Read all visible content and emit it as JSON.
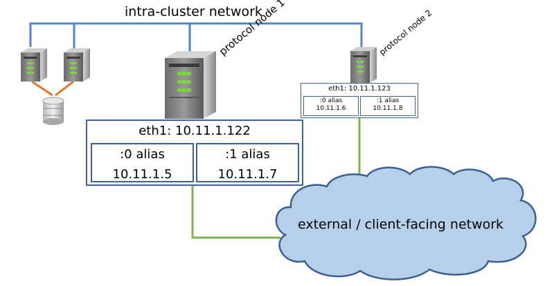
{
  "title": "intra-cluster network",
  "nodes": [
    {
      "label": "protocol node 1"
    },
    {
      "label": "protocol node 2"
    }
  ],
  "node1_iface": {
    "header": "eth1: 10.11.1.122",
    "aliases": [
      {
        "name": ":0 alias",
        "ip": "10.11.1.5"
      },
      {
        "name": ":1 alias",
        "ip": "10.11.1.7"
      }
    ]
  },
  "node2_iface": {
    "header": "eth1: 10.11.1.123",
    "aliases": [
      {
        "name": ":0 alias",
        "ip": "10.11.1.6"
      },
      {
        "name": ":1 alias",
        "ip": "10.11.1.8"
      }
    ]
  },
  "external_network": "external / client-facing network",
  "colors": {
    "intra_line": "#4f86c2",
    "external_line": "#7fb24a",
    "storage_link": "#e0782a",
    "box_border": "#3d6391",
    "cloud_fill": "#b7d0ea",
    "cloud_stroke": "#3a5f8f"
  }
}
